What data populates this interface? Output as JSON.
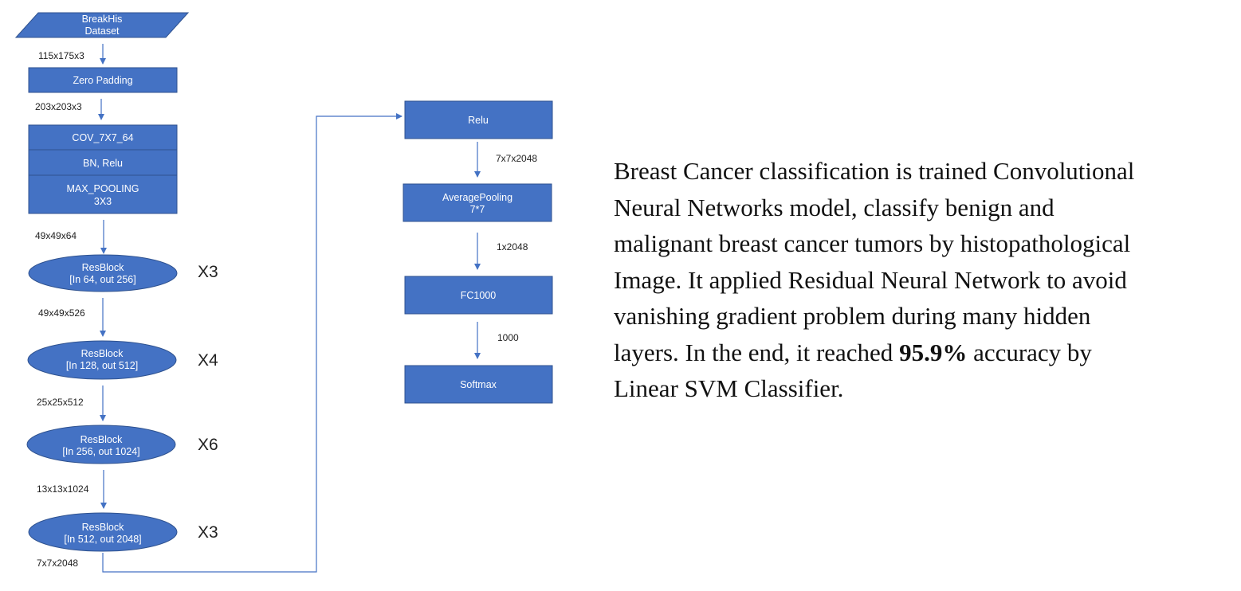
{
  "colors": {
    "fill": "#4472c4",
    "stroke": "#2f528f",
    "edge": "#4472c4"
  },
  "left": {
    "dataset": [
      "BreakHis",
      "Dataset"
    ],
    "zero_padding": "Zero Padding",
    "conv": "COV_7X7_64",
    "bn": "BN, Relu",
    "pool": [
      "MAX_POOLING",
      "3X3"
    ],
    "resblocks": [
      {
        "lines": [
          "ResBlock",
          "[In 64, out 256]"
        ],
        "repeat": "X3"
      },
      {
        "lines": [
          "ResBlock",
          "[In 128, out 512]"
        ],
        "repeat": "X4"
      },
      {
        "lines": [
          "ResBlock",
          "[In 256, out 1024]"
        ],
        "repeat": "X6"
      },
      {
        "lines": [
          "ResBlock",
          "[In 512, out 2048]"
        ],
        "repeat": "X3"
      }
    ],
    "dims": [
      "115x175x3",
      "203x203x3",
      "49x49x64",
      "49x49x526",
      "25x25x512",
      "13x13x1024",
      "7x7x2048"
    ]
  },
  "right": {
    "relu": "Relu",
    "avgpool": [
      "AveragePooling",
      "7*7"
    ],
    "fc": "FC1000",
    "softmax": "Softmax",
    "dims": [
      "7x7x2048",
      "1x2048",
      "1000"
    ]
  },
  "description": {
    "lines": [
      "Breast Cancer classification is trained Convolutional",
      "Neural Networks model, classify benign and",
      "malignant breast cancer tumors by histopathological",
      "Image. It applied Residual Neural Network to avoid",
      "vanishing gradient problem during many hidden"
    ],
    "line6_before": "layers. In the end, it reached ",
    "accuracy": "95.9%",
    "line6_after": " accuracy by",
    "line7": "Linear SVM Classifier."
  }
}
